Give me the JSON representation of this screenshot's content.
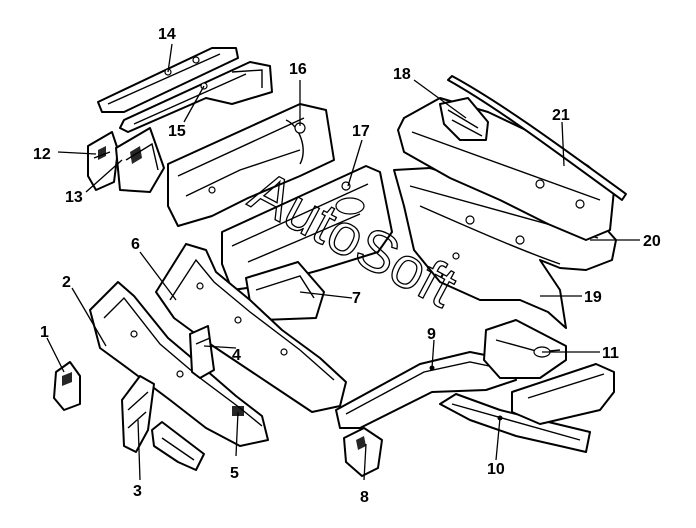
{
  "callouts": [
    "1",
    "2",
    "3",
    "4",
    "5",
    "6",
    "7",
    "8",
    "9",
    "10",
    "11",
    "12",
    "13",
    "14",
    "15",
    "16",
    "17",
    "18",
    "19",
    "20",
    "21"
  ],
  "watermark": {
    "logo_text": "AutoSoft",
    "color": "#000000"
  },
  "colors": {
    "line": "#000000",
    "background": "#ffffff"
  }
}
